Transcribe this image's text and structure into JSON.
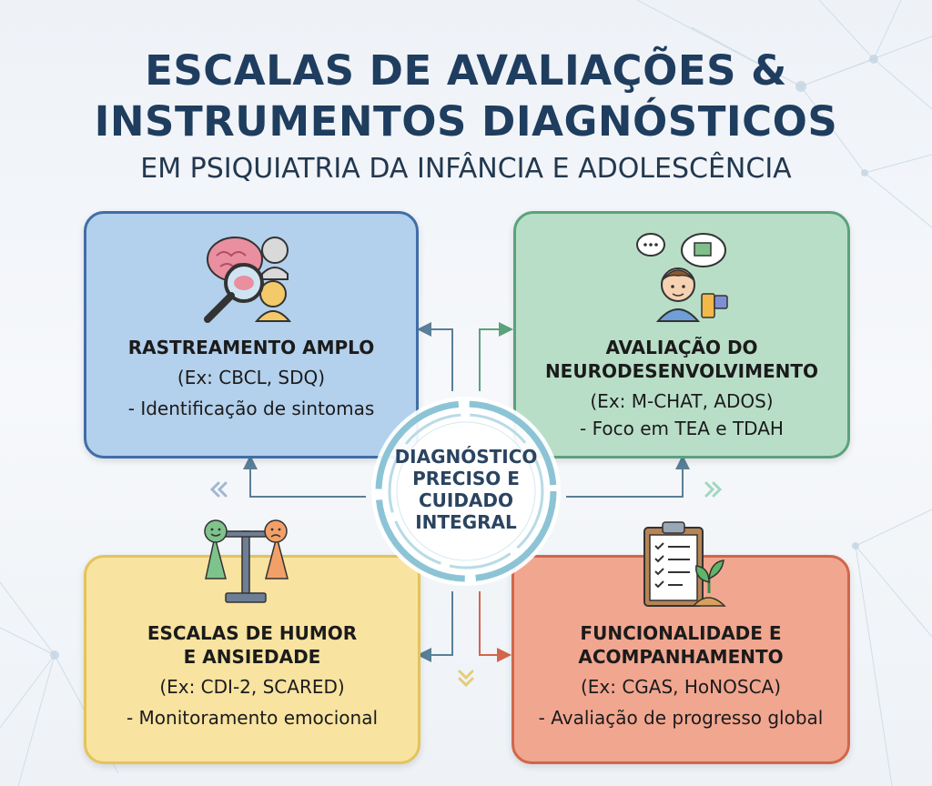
{
  "title": {
    "line1": "ESCALAS DE AVALIAÇÕES &",
    "line2": "INSTRUMENTOS DIAGNÓSTICOS",
    "subtitle": "EM PSIQUIATRIA DA INFÂNCIA E ADOLESCÊNCIA"
  },
  "center": {
    "lines": [
      "DIAGNÓSTICO",
      "PRECISO E",
      "CUIDADO",
      "INTEGRAL"
    ]
  },
  "cards": {
    "screening": {
      "title": "RASTREAMENTO AMPLO",
      "examples": "(Ex: CBCL, SDQ)",
      "note": "- Identificação de sintomas",
      "icon": "brain-magnifier-icon",
      "color": "#b3d0ec"
    },
    "neurodev": {
      "title_line1": "AVALIAÇÃO DO",
      "title_line2": "NEURODESENVOLVIMENTO",
      "examples": "(Ex: M-CHAT, ADOS)",
      "note": "- Foco em TEA e TDAH",
      "icon": "child-puzzle-icon",
      "color": "#b9dec8"
    },
    "mood": {
      "title_line1": "ESCALAS DE HUMOR",
      "title_line2": "E ANSIEDADE",
      "examples": "(Ex: CDI-2, SCARED)",
      "note": "- Monitoramento emocional",
      "icon": "balance-scale-faces-icon",
      "color": "#f8e3a0"
    },
    "functional": {
      "title_line1": "FUNCIONALIDADE E",
      "title_line2": "ACOMPANHAMENTO",
      "examples": "(Ex: CGAS, HoNOSCA)",
      "note": "- Avaliação de progresso global",
      "icon": "clipboard-plant-icon",
      "color": "#f1a690"
    }
  },
  "colors": {
    "title": "#1f3d5e",
    "hub_ring": "#8cc4d6",
    "arrow": "#5a7f98"
  }
}
